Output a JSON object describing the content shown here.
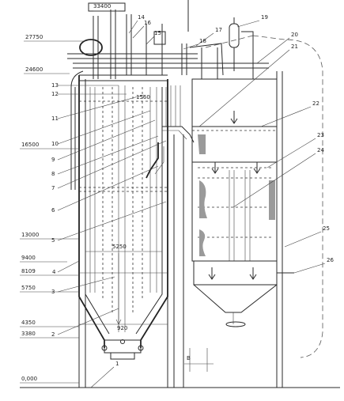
{
  "elevations": [
    "33400",
    "27750",
    "24600",
    "16500",
    "13000",
    "9400",
    "8109",
    "5750",
    "4350",
    "3380",
    "0,000"
  ],
  "callouts": [
    "14",
    "15",
    "16",
    "19",
    "17",
    "18",
    "20",
    "21",
    "13",
    "12",
    "11",
    "10",
    "22",
    "9",
    "8",
    "7",
    "23",
    "24",
    "6",
    "5",
    "25",
    "4",
    "26",
    "3",
    "2",
    "1"
  ],
  "dimensions": {
    "width_mid": "5250",
    "top": "1560",
    "bottom": "920",
    "b": "B"
  }
}
